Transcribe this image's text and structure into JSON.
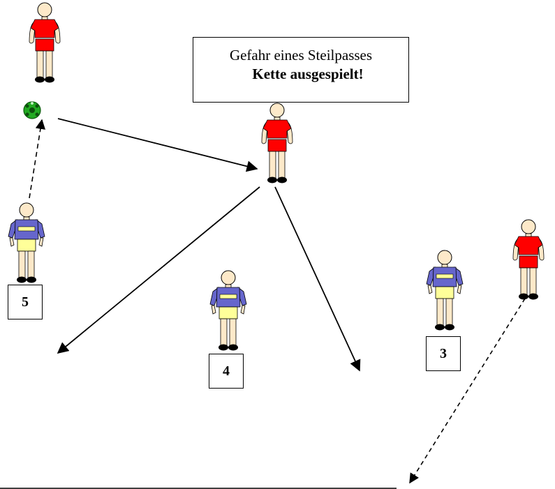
{
  "callout": {
    "line1": "Gefahr eines Steilpasses",
    "line2": "Kette ausgespielt!"
  },
  "players": {
    "red_top_left": {
      "team": "red"
    },
    "red_center": {
      "team": "red"
    },
    "red_right": {
      "team": "red"
    },
    "blue_5": {
      "team": "blue",
      "number": "5"
    },
    "blue_4": {
      "team": "blue",
      "number": "4"
    },
    "blue_3": {
      "team": "blue",
      "number": "3"
    }
  },
  "colors": {
    "red_shirt": "#ff0000",
    "blue_shirt": "#6666cc",
    "blue_stripe": "#ffff99",
    "skin": "#fde9c9",
    "ball": "#22aa22",
    "line": "#000000"
  },
  "icons": {
    "ball": "soccer-ball-icon",
    "player": "player-figure-icon"
  }
}
